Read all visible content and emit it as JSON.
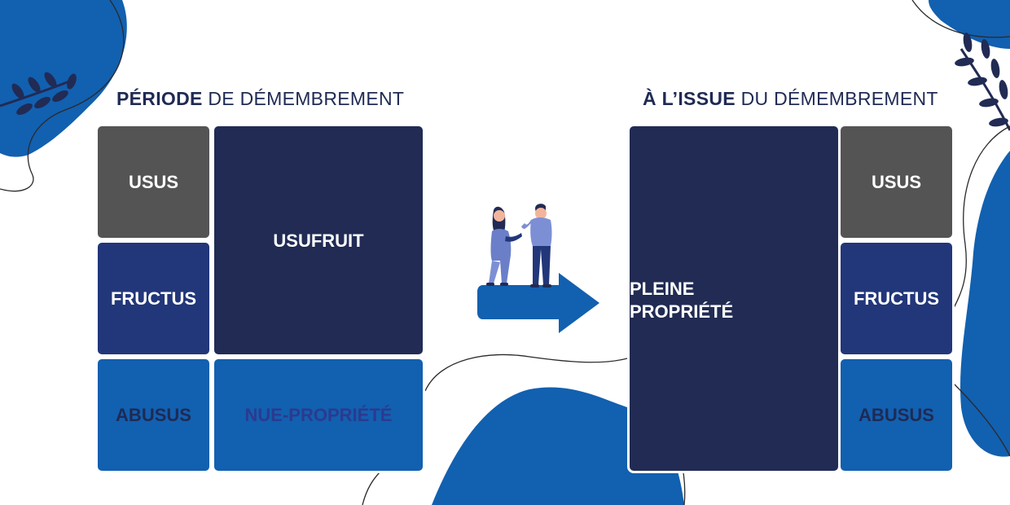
{
  "left_panel": {
    "title_bold": "PÉRIODE",
    "title_rest": "DE DÉMEMBREMENT",
    "usus": "USUS",
    "fructus": "FRUCTUS",
    "abusus": "ABUSUS",
    "usufruit": "USUFRUIT",
    "nue_propriete": "NUE-PROPRIÉTÉ"
  },
  "right_panel": {
    "title_bold": "À L’ISSUE",
    "title_rest": "DU DÉMEMBREMENT",
    "pleine_line1": "PLEINE",
    "pleine_line2": "PROPRIÉTÉ",
    "usus": "USUS",
    "fructus": "FRUCTUS",
    "abusus": "ABUSUS"
  },
  "colors": {
    "usus": "#545454",
    "fructus": "#22367a",
    "usufruit": "#212b54",
    "abusus": "#1260b0",
    "background_blob": "#1260b0",
    "title": "#1f2a54"
  },
  "icons": [
    "leaf-branch-icon",
    "arrow-right-icon",
    "people-talking-illustration"
  ]
}
